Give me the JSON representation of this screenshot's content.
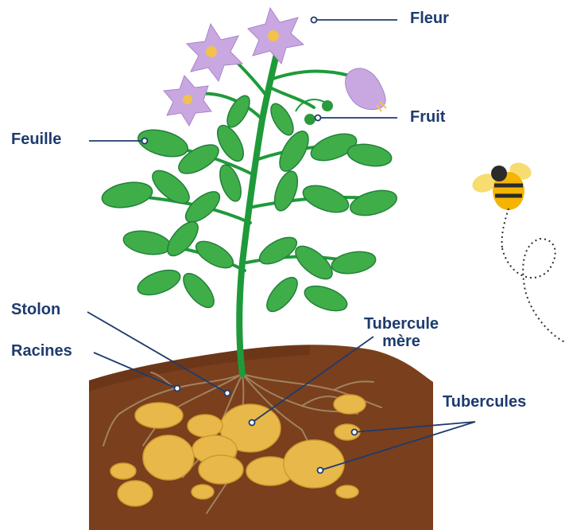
{
  "diagram": {
    "labels": {
      "fleur": "Fleur",
      "fruit": "Fruit",
      "feuille": "Feuille",
      "stolon": "Stolon",
      "racines": "Racines",
      "tubercule_mere_line1": "Tubercule",
      "tubercule_mere_line2": "mère",
      "tubercules": "Tubercules"
    },
    "colors": {
      "label_text": "#1d3b6e",
      "soil": "#7a3f1d",
      "soil_dark": "#5e2f14",
      "stem": "#1f9a3a",
      "leaf": "#3fae49",
      "leaf_dark": "#23803a",
      "flower": "#c9a8e2",
      "flower_center": "#f2c14e",
      "fruit": "#2a9a3c",
      "tuber": "#e8b94a",
      "tuber_shade": "#cf9a2c",
      "roots": "#a0825f",
      "bee_body": "#f4b400",
      "bee_stripe": "#2b2b2b",
      "bee_wing": "#f7dc6f"
    }
  }
}
